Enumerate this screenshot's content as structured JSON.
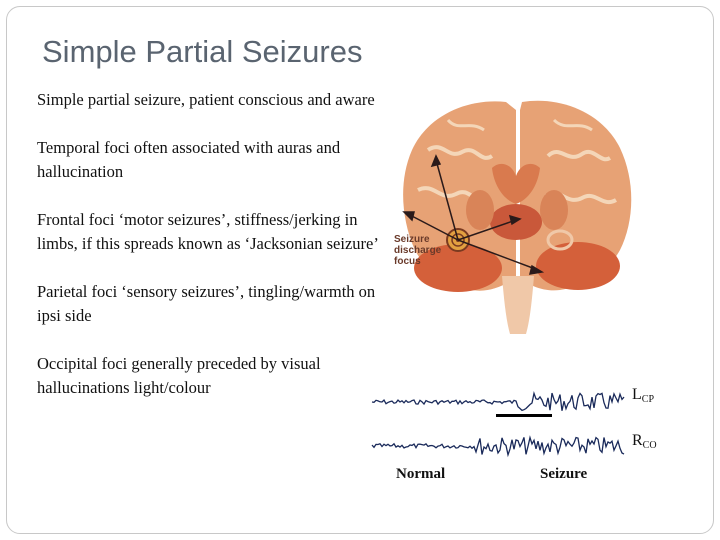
{
  "slide": {
    "title": "Simple Partial Seizures",
    "paragraphs": [
      "Simple partial seizure, patient conscious and aware",
      "Temporal foci often associated with auras and hallucination",
      "Frontal foci ‘motor seizures’, stiffness/jerking in limbs, if this spreads known as ‘Jacksonian seizure’",
      "Parietal foci ‘sensory seizures’, tingling/warmth on ipsi side",
      "Occipital foci generally preceded by visual hallucinations light/colour"
    ]
  },
  "brain_figure": {
    "label_lines": [
      "Seizure",
      "discharge",
      "focus"
    ],
    "colors": {
      "tissue": "#e8a070",
      "cortex": "#d9774a",
      "deep": "#c8502c",
      "stem": "#f0c8a8"
    }
  },
  "eeg_figure": {
    "traces": [
      {
        "letter": "L",
        "sub": "CP"
      },
      {
        "letter": "R",
        "sub": "CO"
      }
    ],
    "captions": {
      "normal": "Normal",
      "seizure": "Seizure"
    }
  }
}
